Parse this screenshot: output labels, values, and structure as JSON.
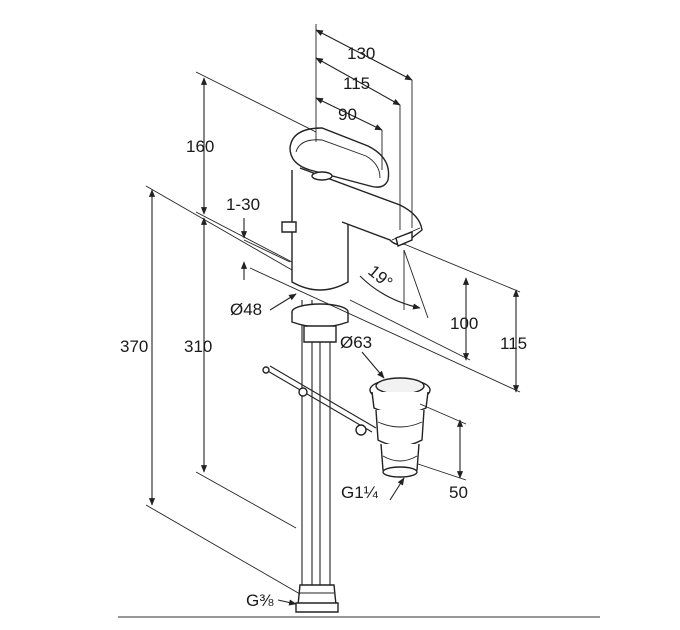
{
  "diagram": {
    "dimensions": {
      "width_130": "130",
      "width_115": "115",
      "width_90": "90",
      "height_160": "160",
      "range_1_30": "1-30",
      "diameter_48": "Ø48",
      "height_370": "370",
      "height_310": "310",
      "angle_19": "19°",
      "height_100": "100",
      "height_115": "115",
      "diameter_63": "Ø63",
      "thread_g1_1_4": "G1¼",
      "height_50": "50",
      "thread_g3_8": "G⅜"
    }
  }
}
